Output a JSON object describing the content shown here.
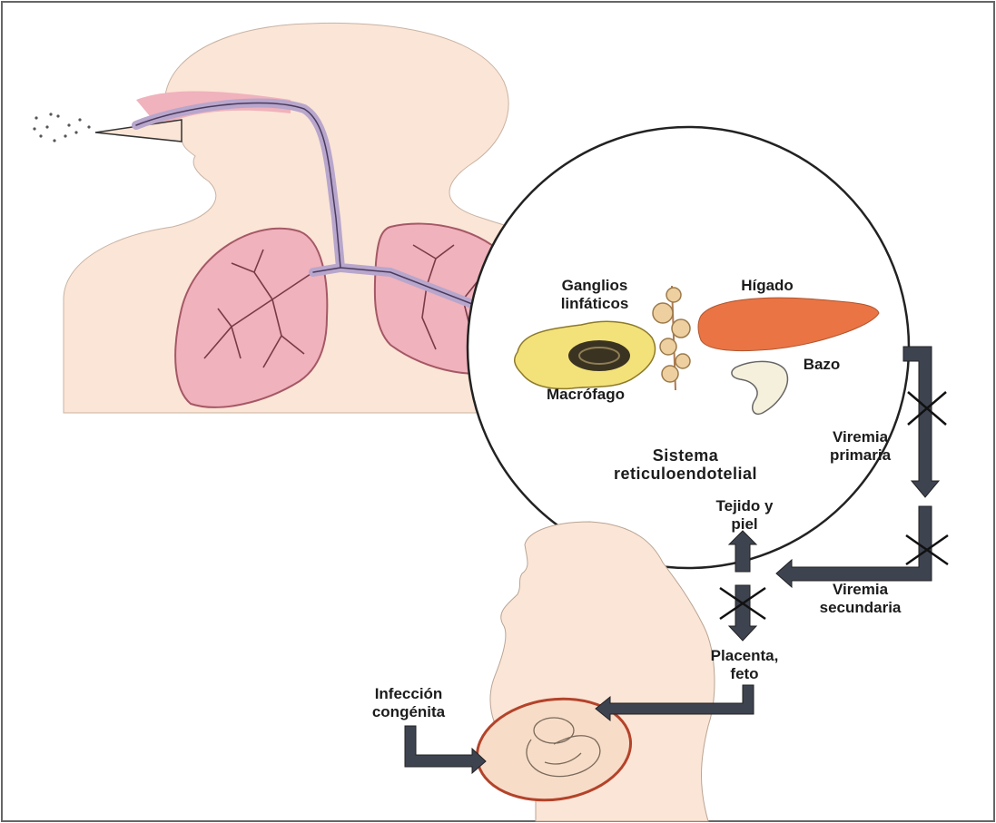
{
  "labels": {
    "ganglios_line1": "Ganglios",
    "ganglios_line2": "linfáticos",
    "higado": "Hígado",
    "bazo": "Bazo",
    "macrofago": "Macrófago",
    "sistema_line1": "Sistema",
    "sistema_line2": "reticuloendotelial",
    "viremia_primaria_line1": "Viremia",
    "viremia_primaria_line2": "primaria",
    "tejido_line1": "Tejido y",
    "tejido_line2": "piel",
    "viremia_secundaria_line1": "Viremia",
    "viremia_secundaria_line2": "secundaria",
    "placenta_line1": "Placenta,",
    "placenta_line2": "feto",
    "infeccion_line1": "Infección",
    "infeccion_line2": "congénita"
  },
  "colors": {
    "skin": "#fbe5d6",
    "lung": "#f0b2bc",
    "airway": "#b8a6cc",
    "liver": "#ea7444",
    "macrophage": "#f3e27a",
    "lymph": "#eecfa0",
    "arrow": "#3e4350",
    "uterus": "#b3432a"
  }
}
